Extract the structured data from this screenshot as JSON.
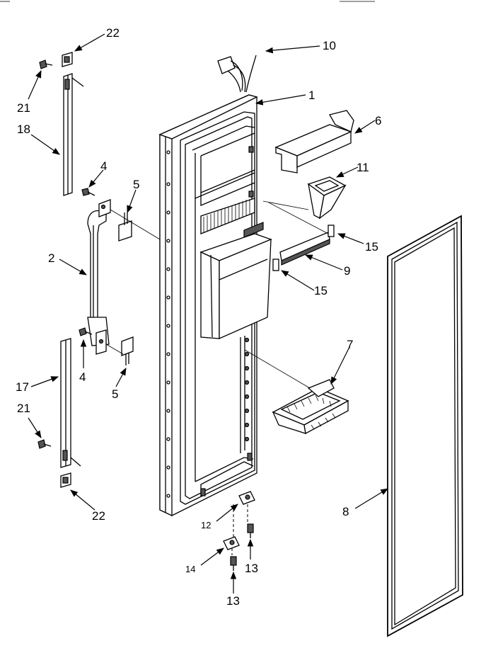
{
  "diagram": {
    "callouts": [
      {
        "id": "c1",
        "text": "1"
      },
      {
        "id": "c2",
        "text": "2"
      },
      {
        "id": "c4a",
        "text": "4"
      },
      {
        "id": "c4b",
        "text": "4"
      },
      {
        "id": "c5a",
        "text": "5"
      },
      {
        "id": "c5b",
        "text": "5"
      },
      {
        "id": "c6",
        "text": "6"
      },
      {
        "id": "c7",
        "text": "7"
      },
      {
        "id": "c8",
        "text": "8"
      },
      {
        "id": "c9",
        "text": "9"
      },
      {
        "id": "c10",
        "text": "10"
      },
      {
        "id": "c11",
        "text": "11"
      },
      {
        "id": "c12",
        "text": "12"
      },
      {
        "id": "c13a",
        "text": "13"
      },
      {
        "id": "c13b",
        "text": "13"
      },
      {
        "id": "c14",
        "text": "14"
      },
      {
        "id": "c15a",
        "text": "15"
      },
      {
        "id": "c15b",
        "text": "15"
      },
      {
        "id": "c17",
        "text": "17"
      },
      {
        "id": "c18",
        "text": "18"
      },
      {
        "id": "c21a",
        "text": "21"
      },
      {
        "id": "c21b",
        "text": "21"
      },
      {
        "id": "c22a",
        "text": "22"
      },
      {
        "id": "c22b",
        "text": "22"
      }
    ]
  }
}
